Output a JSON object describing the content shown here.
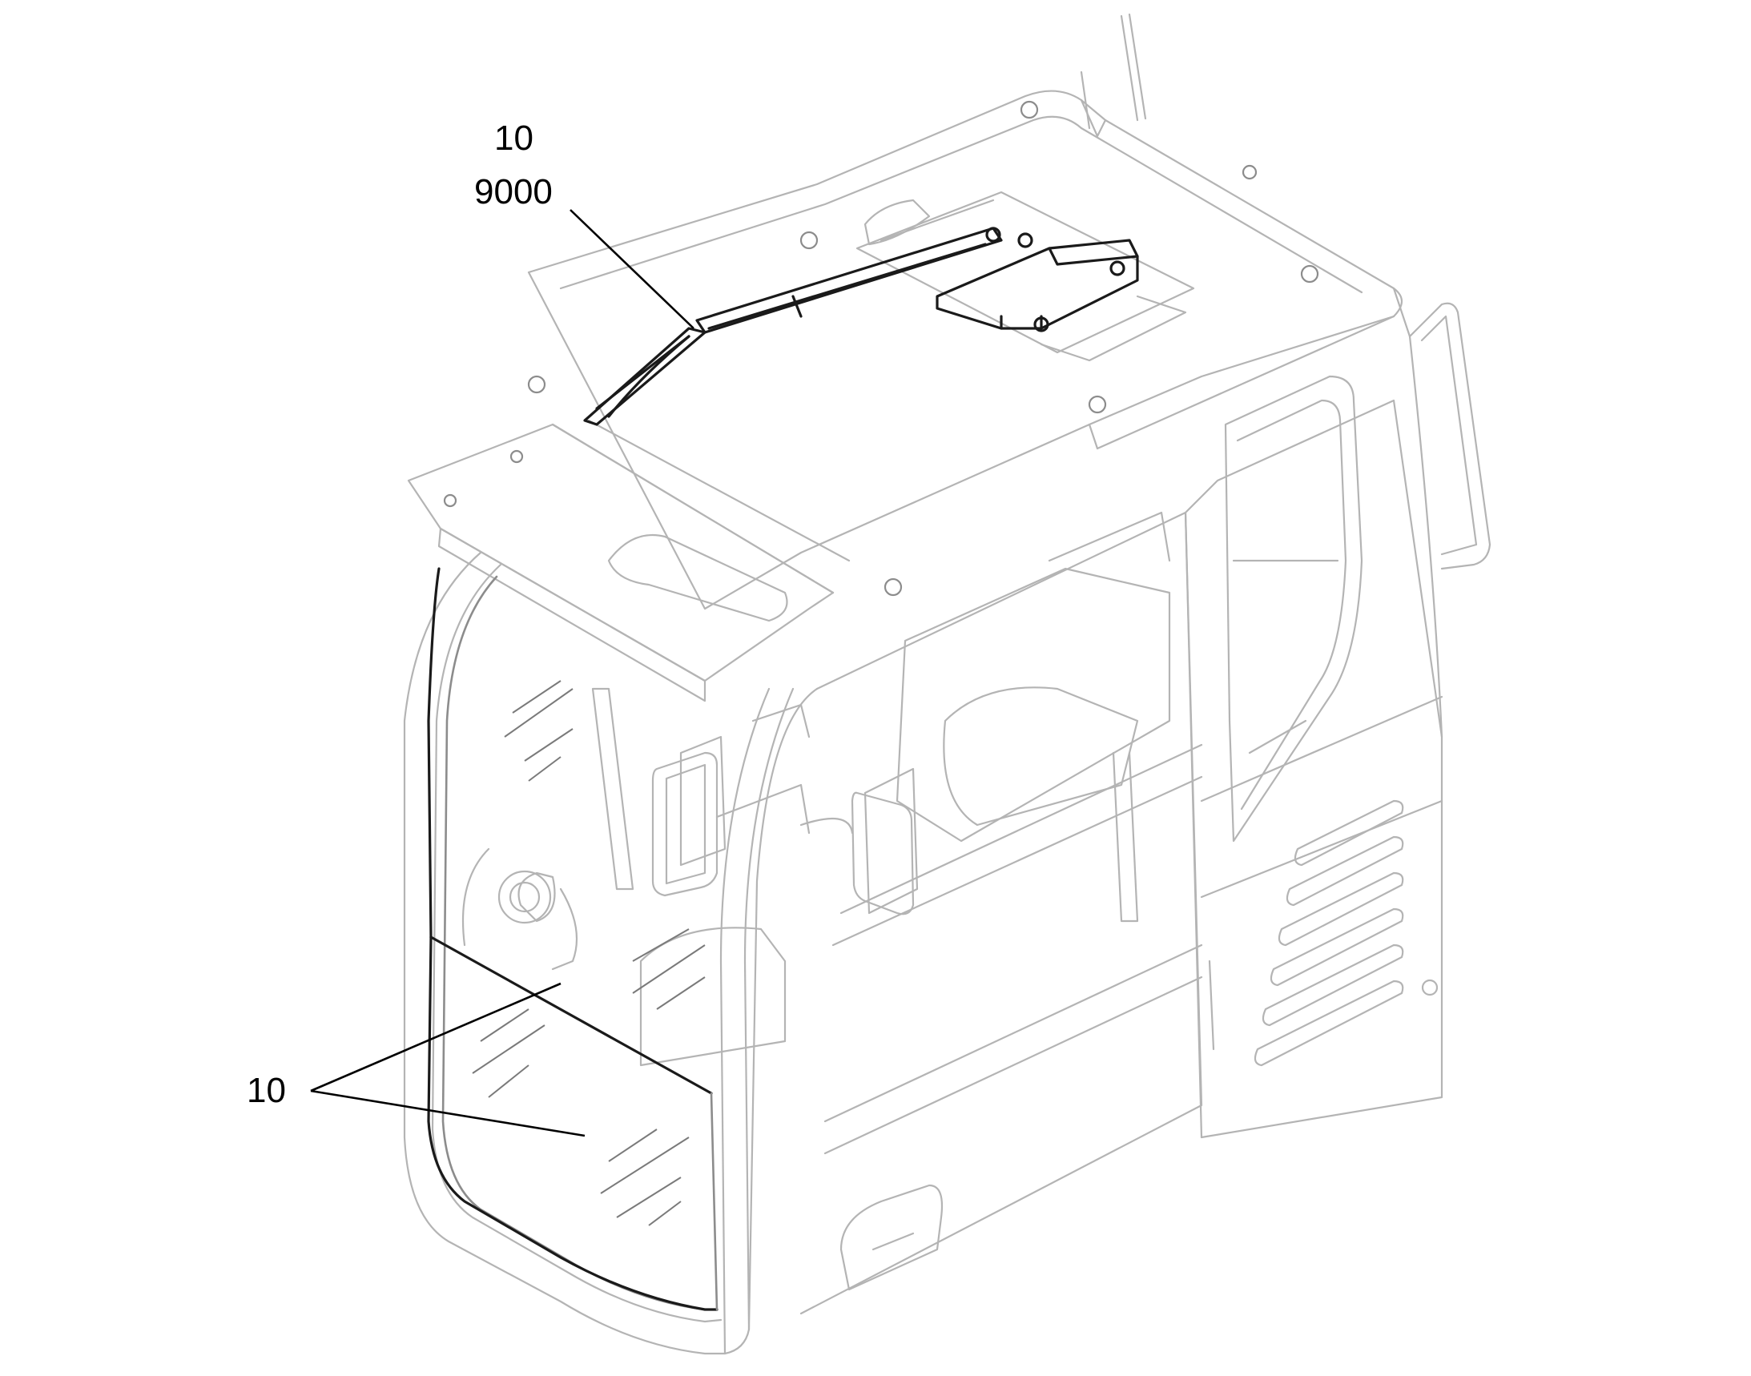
{
  "callouts": {
    "top_qty": "10",
    "top_part": "9000",
    "bottom_qty": "10"
  },
  "colors": {
    "outline_light": "#b4b4b4",
    "outline_dark": "#1a1a1a",
    "text": "#000000",
    "background": "#ffffff"
  }
}
